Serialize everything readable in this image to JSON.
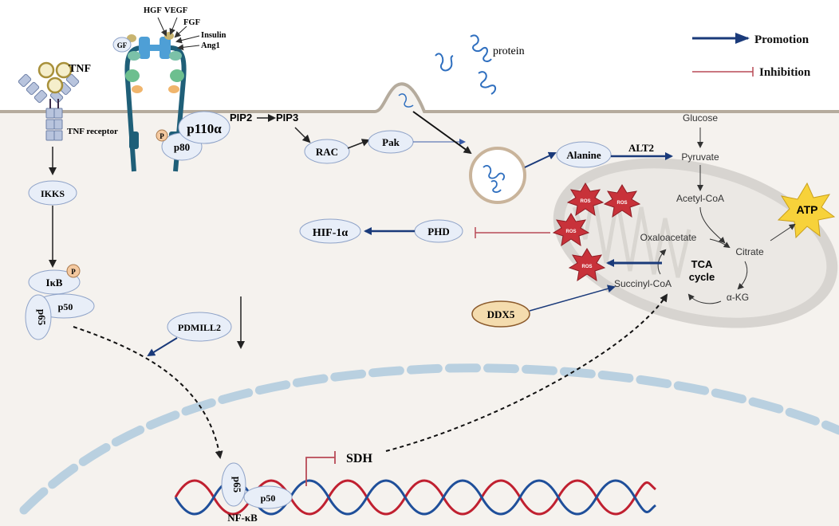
{
  "legend": {
    "promotion": "Promotion",
    "inhibition": "Inhibition"
  },
  "ligands": {
    "hgf": "HGF",
    "vegf": "VEGF",
    "fgf": "FGF",
    "insulin": "Insulin",
    "ang1": "Ang1",
    "gf": "GF"
  },
  "receptor": {
    "p": "P",
    "p110a": "p110α",
    "p80": "p80"
  },
  "tnf": {
    "ligand": "TNF",
    "receptor": "TNF receptor"
  },
  "pathway": {
    "pip2": "PIP2",
    "pip3": "PIP3",
    "rac": "RAC",
    "pak": "Pak",
    "protein": "protein",
    "alanine": "Alanine",
    "alt2": "ALT2",
    "glucose": "Glucose",
    "pyruvate": "Pyruvate",
    "acetyl_coa": "Acetyl-CoA",
    "atp": "ATP",
    "hif1a": "HIF-1α",
    "phd": "PHD",
    "oxaloacetate": "Oxaloacetate",
    "citrate": "Citrate",
    "tca1": "TCA",
    "tca2": "cycle",
    "succinyl_coa": "Succinyl-CoA",
    "akg": "α-KG",
    "ddx5": "DDX5",
    "ros": "ROS"
  },
  "nfkb": {
    "ikks": "IKKS",
    "ikb": "IκB",
    "p": "P",
    "p65": "p65",
    "p50": "p50",
    "pdmill2": "PDMILL2",
    "label": "NF-κB",
    "sdh": "SDH"
  },
  "colors": {
    "promotion": "#1a3a7a",
    "inhibition": "#b84a56",
    "node_fill": "#e8eef8",
    "node_stroke": "#8fa3c8",
    "cell_bg": "#f5f2ee",
    "mito": "#d9d6d2",
    "ros": "#c8323a",
    "atp": "#f7d23a",
    "ddx5": "#f4dcae"
  }
}
